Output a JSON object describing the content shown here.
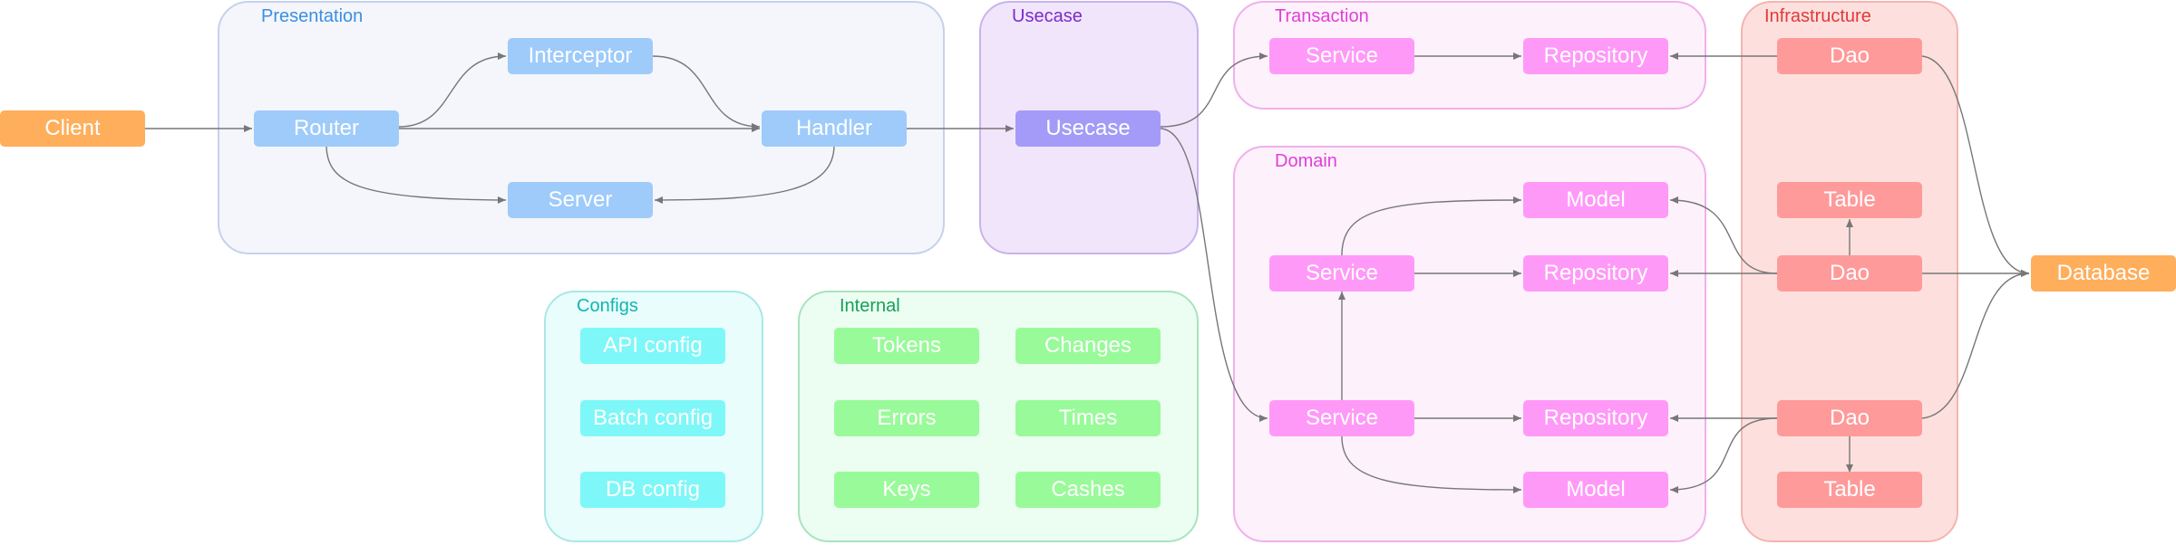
{
  "colors": {
    "client": "#FFAE5C",
    "presentation_fill": "#F4F6FB",
    "presentation_border": "#C5D1EC",
    "presentation_label": "#3B8FE0",
    "presentation_node": "#9ECBFA",
    "usecase_fill": "#F1E5FB",
    "usecase_border": "#C8B3EC",
    "usecase_label": "#7B2CC9",
    "usecase_node": "#A39BF7",
    "transaction_fill": "#FDF1FC",
    "transaction_border": "#EFB0EC",
    "transaction_label": "#E040D8",
    "domain_fill": "#FDF1FC",
    "domain_border": "#EFB0EC",
    "domain_label": "#E040D8",
    "magenta_node": "#FF99F8",
    "infrastructure_fill": "#FDE0DD",
    "infrastructure_border": "#F4B5B1",
    "infrastructure_label": "#E0393A",
    "infra_node": "#FF9A9A",
    "configs_fill": "#E9FDFC",
    "configs_border": "#A8E8E6",
    "configs_label": "#11B5B2",
    "configs_node": "#7EF7F8",
    "internal_fill": "#ECFDF1",
    "internal_border": "#A8E3BC",
    "internal_label": "#17A05A",
    "internal_node": "#99FA99",
    "database": "#FFAE5C",
    "edge": "#777777"
  },
  "groups": {
    "presentation": "Presentation",
    "usecase": "Usecase",
    "transaction": "Transaction",
    "domain": "Domain",
    "infrastructure": "Infrastructure",
    "configs": "Configs",
    "internal": "Internal"
  },
  "nodes": {
    "client": "Client",
    "router": "Router",
    "interceptor": "Interceptor",
    "handler": "Handler",
    "server": "Server",
    "usecase": "Usecase",
    "tx_service": "Service",
    "tx_repository": "Repository",
    "tx_dao": "Dao",
    "dom_model_top": "Model",
    "dom_service_mid": "Service",
    "dom_repository_mid": "Repository",
    "dom_service_bot": "Service",
    "dom_repository_bot": "Repository",
    "dom_model_bot": "Model",
    "infra_table_top": "Table",
    "infra_dao_mid": "Dao",
    "infra_dao_bot": "Dao",
    "infra_table_bot": "Table",
    "database": "Database",
    "api_config": "API config",
    "batch_config": "Batch config",
    "db_config": "DB config",
    "tokens": "Tokens",
    "changes": "Changes",
    "errors": "Errors",
    "times": "Times",
    "keys": "Keys",
    "cashes": "Cashes"
  }
}
